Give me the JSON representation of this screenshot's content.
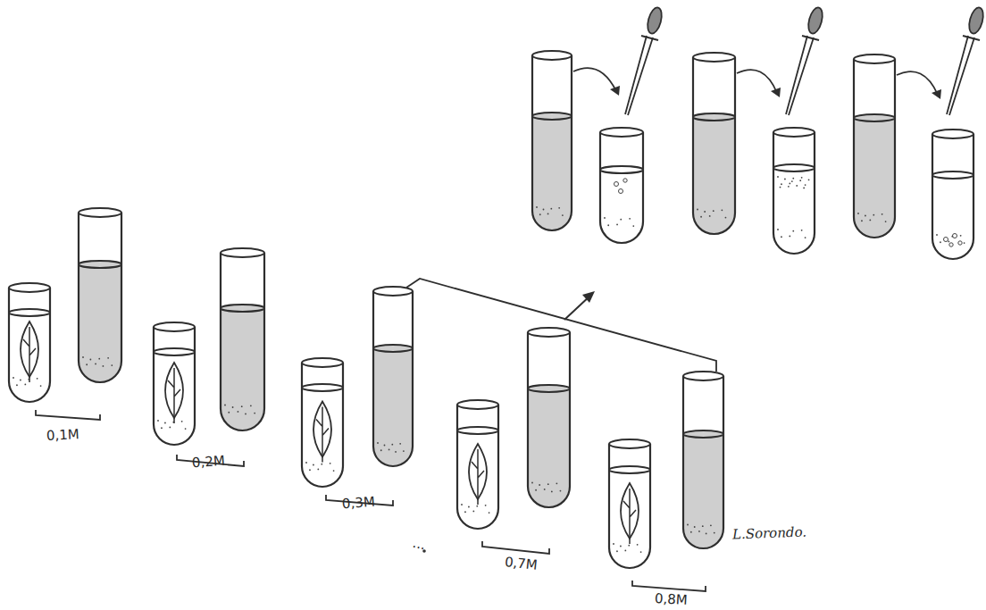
{
  "diagram": {
    "labels": [
      "0,1M",
      "0,2M",
      "0,3M",
      "...",
      "0,7M",
      "0,8M",
      "L.Sorondo."
    ]
  }
}
